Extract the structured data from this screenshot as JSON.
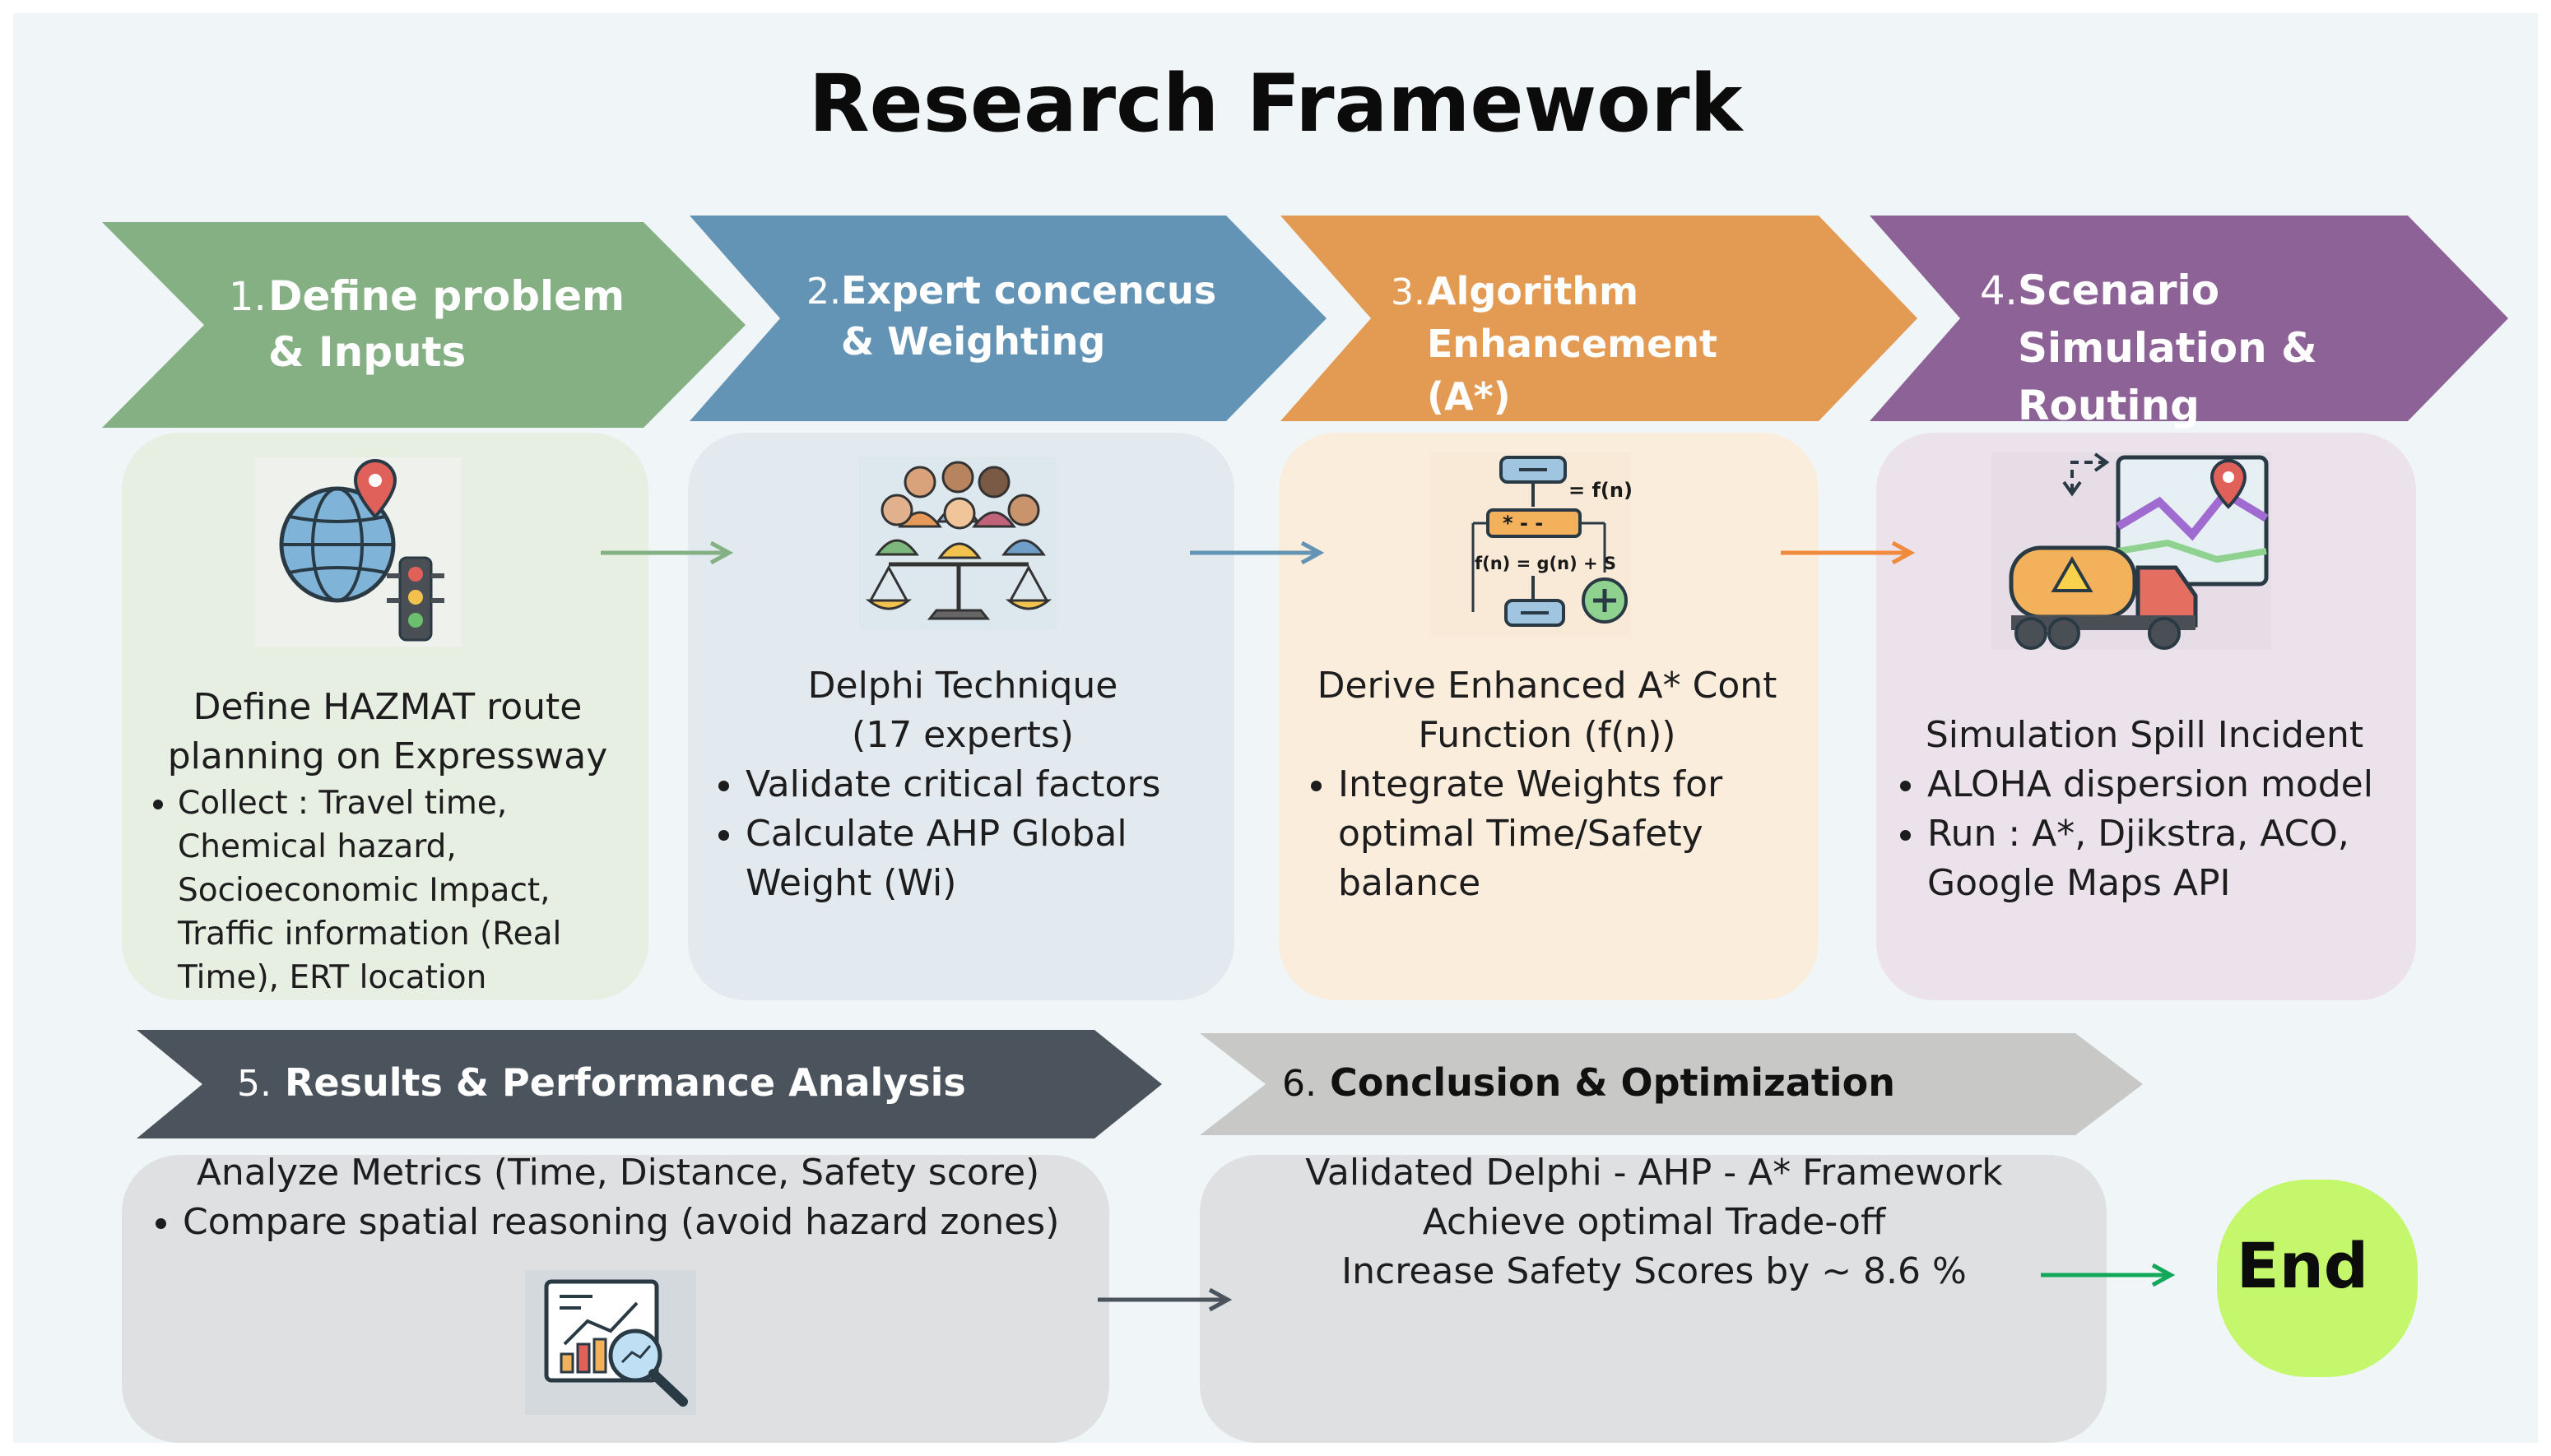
{
  "title": "Research Framework",
  "steps": [
    {
      "number": "1.",
      "label": "Define problem & Inputs",
      "color": "#84b083"
    },
    {
      "number": "2.",
      "label": "Expert concencus & Weighting",
      "color": "#6394b5"
    },
    {
      "number": "3.",
      "label": "Algorithm Enhancement (A*)",
      "color": "#e39b54"
    },
    {
      "number": "4.",
      "label": "Scenario Simulation & Routing",
      "color": "#8d6397"
    },
    {
      "number": "5.",
      "label": "Results & Performance Analysis",
      "color": "#4b535c"
    },
    {
      "number": "6.",
      "label": "Conclusion & Optimization",
      "color": "#c8c9c6"
    }
  ],
  "cards": [
    {
      "heading": [
        "Define HAZMAT route",
        "planning  on Expressway"
      ],
      "bullets": [
        "Collect : Travel time, Chemical hazard, Socioeconomic Impact, Traffic information (Real Time), ERT location"
      ],
      "icon": "globe-location-traffic-light-icon",
      "bg": "#e7eee2"
    },
    {
      "heading": [
        "Delphi Technique",
        "(17 experts)"
      ],
      "bullets": [
        "Validate critical factors",
        "Calculate AHP Global Weight (Wi)"
      ],
      "icon": "experts-balance-scale-icon",
      "bg": "#e2eaf0"
    },
    {
      "heading": [
        "Derive Enhanced A* Cont",
        "Function (f(n))"
      ],
      "bullets": [
        "Integrate Weights for optimal Time/Safety balance"
      ],
      "icon": "flowchart-formula-icon",
      "icon_texts": [
        "= f(n)",
        "* - -",
        "f(n) = g(n) + S"
      ],
      "bg": "#fbeddc"
    },
    {
      "heading": [
        "Simulation Spill Incident"
      ],
      "bullets": [
        "ALOHA dispersion model",
        "Run : A*, Djikstra, ACO, Google Maps API"
      ],
      "icon": "tanker-truck-map-icon",
      "bg": "#ebe2ec"
    },
    {
      "heading": [
        "Analyze Metrics (Time, Distance, Safety score)"
      ],
      "bullets": [
        "Compare spatial reasoning (avoid hazard zones)"
      ],
      "icon": "chart-magnifier-icon",
      "bg": "#dfe0e2"
    },
    {
      "heading": [
        "Validated Delphi - AHP - A* Framework",
        "Achieve optimal Trade-off",
        "Increase Safety Scores by ~ 8.6 %"
      ],
      "bullets": [],
      "bg": "#dfe0e2"
    }
  ],
  "end": {
    "label": "End",
    "color": "#c4f76b"
  },
  "arrow_colors": [
    "#84b083",
    "#6394b5",
    "#f08a3c",
    "#4b535c",
    "#12a85a"
  ]
}
